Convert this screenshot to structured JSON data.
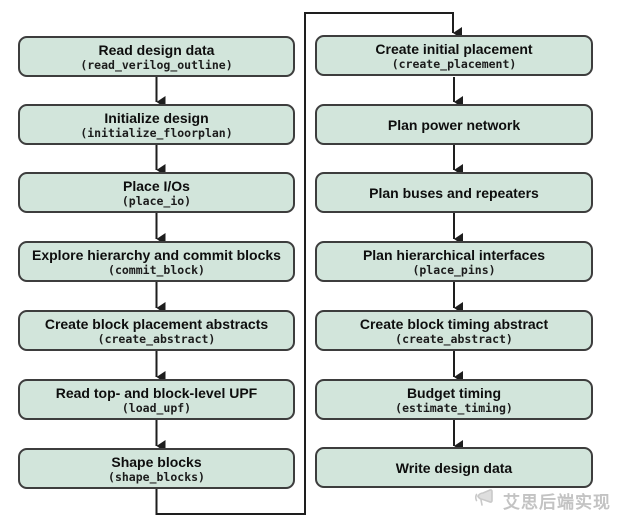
{
  "diagram": {
    "type": "flowchart",
    "colors": {
      "box_fill": "#d2e5db",
      "box_border": "#3d3d3d",
      "arrow": "#1e1e1e",
      "watermark": "#c3c3c3",
      "background": "#ffffff"
    }
  },
  "flow": {
    "left": [
      {
        "title": "Read design data",
        "command": "(read_verilog_outline)"
      },
      {
        "title": "Initialize design",
        "command": "(initialize_floorplan)"
      },
      {
        "title": "Place I/Os",
        "command": "(place_io)"
      },
      {
        "title": "Explore hierarchy and commit blocks",
        "command": "(commit_block)"
      },
      {
        "title": "Create block placement abstracts",
        "command": "(create_abstract)"
      },
      {
        "title": "Read top- and block-level UPF",
        "command": "(load_upf)"
      },
      {
        "title": "Shape blocks",
        "command": "(shape_blocks)"
      }
    ],
    "right": [
      {
        "title": "Create initial placement",
        "command": "(create_placement)"
      },
      {
        "title": "Plan power network"
      },
      {
        "title": "Plan buses and repeaters"
      },
      {
        "title": "Plan hierarchical interfaces",
        "command": "(place_pins)"
      },
      {
        "title": "Create block timing abstract",
        "command": "(create_abstract)"
      },
      {
        "title": "Budget timing",
        "command": "(estimate_timing)"
      },
      {
        "title": "Write design data"
      }
    ]
  },
  "watermark": {
    "text": "艾思后端实现",
    "icon": "megaphone-icon"
  }
}
